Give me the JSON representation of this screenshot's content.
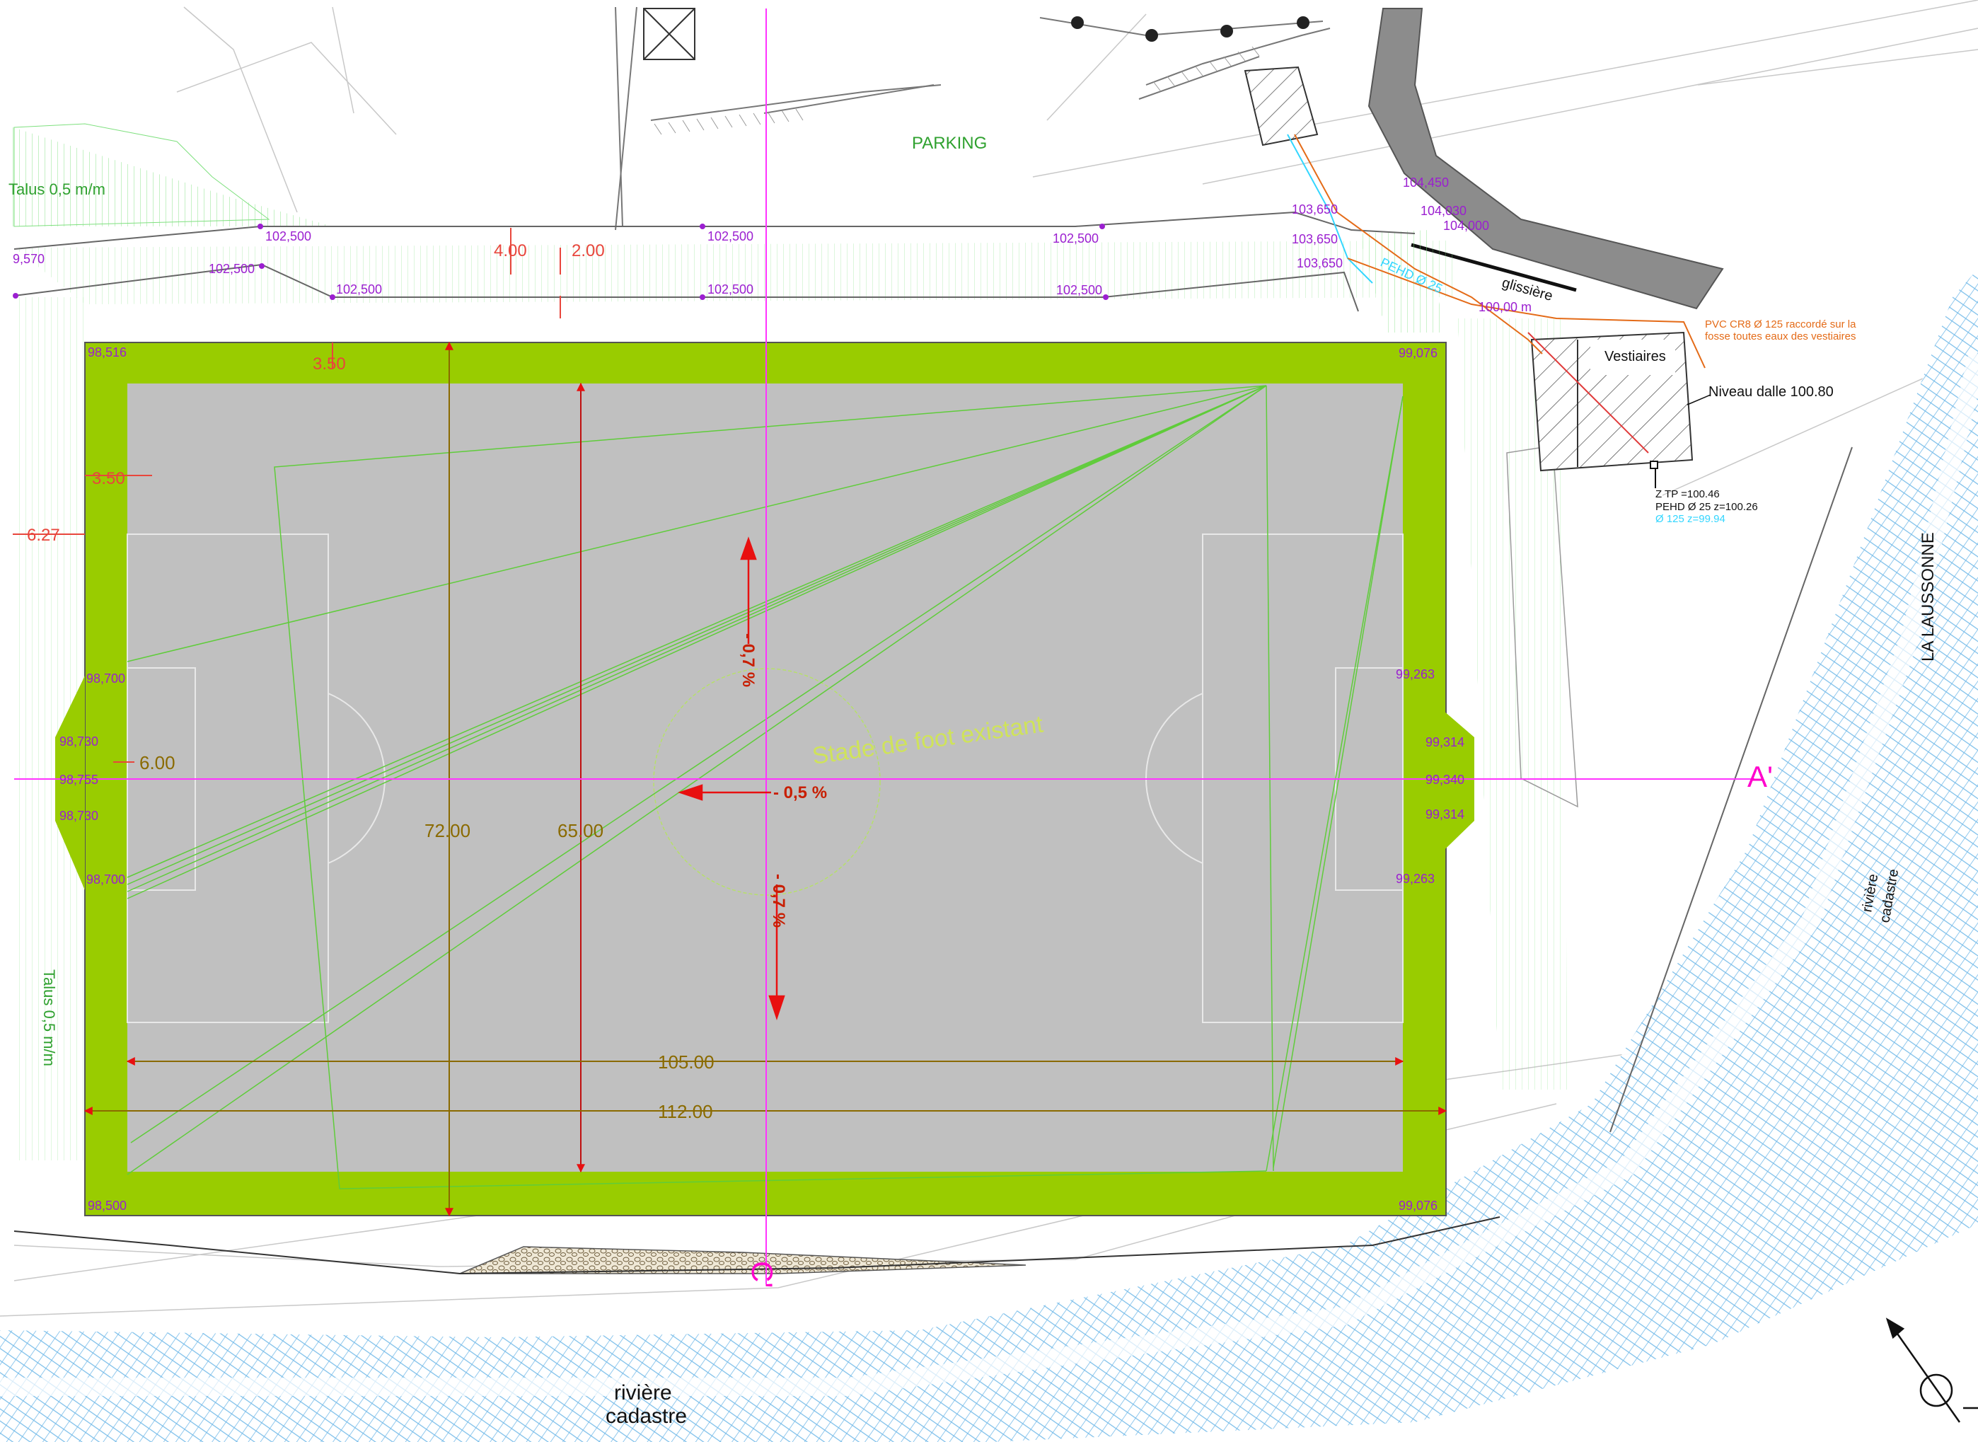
{
  "labels": {
    "parking": "PARKING",
    "talus_top": "Talus 0,5 m/m",
    "talus_left": "Talus 0,5 m/m",
    "vestiaires": "Vestiaires",
    "niveau_dalle": "Niveau dalle 100.80",
    "glissiere": "glissière",
    "pehd": "PEHD Ø 25",
    "pvc_line1": "PVC CR8 Ø 125 raccordé sur la",
    "pvc_line2": "fosse toutes eaux des vestiaires",
    "ztp": "Z TP =100.46",
    "pehd_z": "PEHD Ø 25 z=100.26",
    "o125": "Ø 125  z=99.94",
    "laussonne": "LA LAUSSONNE",
    "riviere_right_1": "rivière",
    "riviere_right_2": "cadastre",
    "riviere_bottom_1": "rivière",
    "riviere_bottom_2": "cadastre",
    "stade": "Stade de foot existant",
    "section_a": "A'",
    "section_c": "C'",
    "lvl_100": "100,00 m"
  },
  "elevations": {
    "e_9570": "9,570",
    "e_top_1": "102,500",
    "e_top_2": "102,500",
    "e_top_3": "102,500",
    "e_low_1": "102,500",
    "e_low_2": "102,500",
    "e_low_3": "102,500",
    "e_low_4": "102,500",
    "e_103650a": "103,650",
    "e_103650b": "103,650",
    "e_103650c": "103,650",
    "e_104450": "104,450",
    "e_104030": "104,030",
    "e_104000": "104,000",
    "c_tl": "98,516",
    "c_tr": "99,076",
    "c_bl": "98,500",
    "c_br": "99,076",
    "l_98700a": "98,700",
    "l_98730a": "98,730",
    "l_98755": "98,755",
    "l_98730b": "98,730",
    "l_98700b": "98,700",
    "r_99263a": "99,263",
    "r_99314a": "99,314",
    "r_99340": "99,340",
    "r_99314b": "99,314",
    "r_99263b": "99,263"
  },
  "dimensions": {
    "d_400": "4.00",
    "d_200": "2.00",
    "d_350_top": "3.50",
    "d_350_left": "3.50",
    "d_627": "6.27",
    "d_600": "6.00",
    "d_7200": "72.00",
    "d_6500": "65.00",
    "d_10500": "105.00",
    "d_11200": "112.00"
  },
  "slopes": {
    "up": "- 0,7 %",
    "left": "- 0,5 %",
    "down": "- 0,7 %"
  },
  "colors": {
    "pitch_border": "#99cc00",
    "pitch_surface": "#c0c0c0",
    "river_hatch": "#6fb8e8",
    "axis_line": "#ff33ff",
    "road": "#8c8c8c"
  }
}
